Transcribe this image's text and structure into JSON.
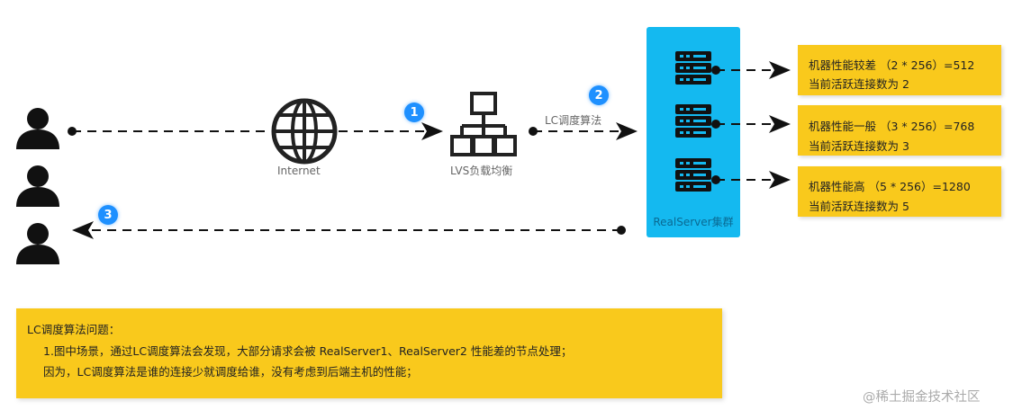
{
  "labels": {
    "internet": "Internet",
    "lvs": "LVS负载均衡",
    "algo": "LC调度算法",
    "cluster": "RealServer集群"
  },
  "badges": [
    "1",
    "2",
    "3"
  ],
  "servers": [
    {
      "line1": "机器性能较差 （2 * 256）=512",
      "line2": "当前活跃连接数为 2"
    },
    {
      "line1": "机器性能一般 （3 * 256）=768",
      "line2": "当前活跃连接数为 3"
    },
    {
      "line1": "机器性能高 （5 * 256）=1280",
      "line2": "当前活跃连接数为 5"
    }
  ],
  "note": {
    "title": "LC调度算法问题：",
    "line1": "1.图中场景，通过LC调度算法会发现，大部分请求会被  RealServer1、RealServer2 性能差的节点处理；",
    "line2": "因为，LC调度算法是谁的连接少就调度给谁，没有考虑到后端主机的性能；"
  },
  "watermark": "@稀土掘金技术社区",
  "icons": [
    "user-icon",
    "globe-icon",
    "network-icon",
    "server-icon"
  ],
  "colors": {
    "accent": "#14b9f0",
    "badge": "#1e90ff",
    "note": "#f9c91c"
  }
}
